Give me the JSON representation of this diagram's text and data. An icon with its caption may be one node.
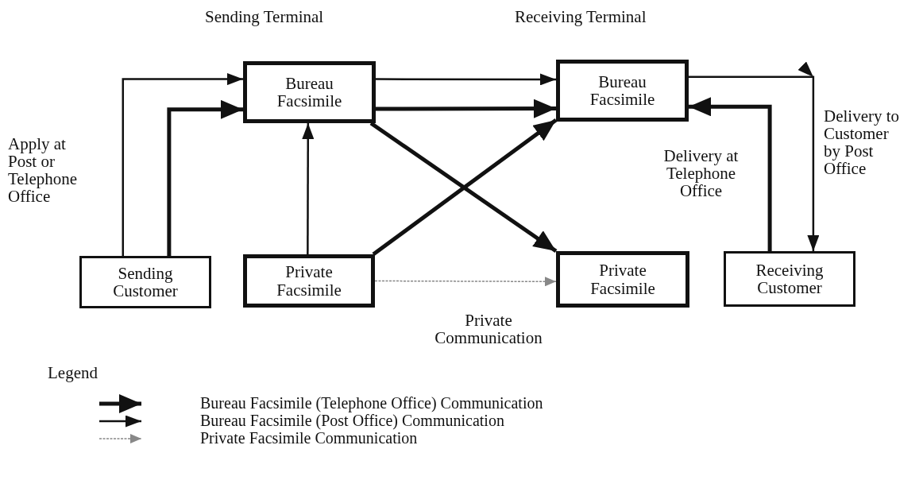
{
  "diagram": {
    "nodes": [
      {
        "text": [
          "Bureau Facsimile"
        ]
      },
      {
        "text": [
          "Bureau Facsimile"
        ]
      },
      {
        "text": [
          "Sending Customer"
        ]
      },
      {
        "text": [
          "Private Facsimile"
        ]
      },
      {
        "text": [
          "Private Facsimile"
        ]
      },
      {
        "text": [
          "Receiving Customer"
        ]
      }
    ],
    "edges": [
      {
        "from": 2,
        "to": 0,
        "arrow": "to"
      },
      {
        "from": 2,
        "to": 0,
        "arrow": "to",
        "style": "thick"
      },
      {
        "from": 3,
        "to": 0,
        "arrow": "to"
      },
      {
        "from": 0,
        "to": 1,
        "arrow": "to"
      },
      {
        "from": 0,
        "to": 1,
        "arrow": "to",
        "style": "thick"
      },
      {
        "from": 0,
        "to": 4,
        "arrow": "to",
        "style": "thick"
      },
      {
        "from": 3,
        "to": 1,
        "arrow": "to",
        "style": "thick"
      },
      {
        "from": 3,
        "to": 4,
        "arrow": "to",
        "style": "dashed",
        "color": "#888888",
        "label": "Private Communication"
      },
      {
        "from": 1,
        "to": 5,
        "arrow": "to",
        "label": "Delivery to Customer by Post Office"
      },
      {
        "from": 5,
        "to": 1,
        "arrow": "to",
        "style": "thick",
        "label": "Delivery at Telephone Office"
      }
    ],
    "labels": [
      "Sending Terminal",
      "Receiving Terminal",
      "Apply at Post or Telephone Office",
      "Legend"
    ],
    "legend": [
      {
        "text": "Bureau Facsimile (Telephone Office) Communication"
      },
      {
        "text": "Bureau Facsimile (Post Office) Communication"
      },
      {
        "text": "Private Facsimile Communication"
      }
    ]
  }
}
